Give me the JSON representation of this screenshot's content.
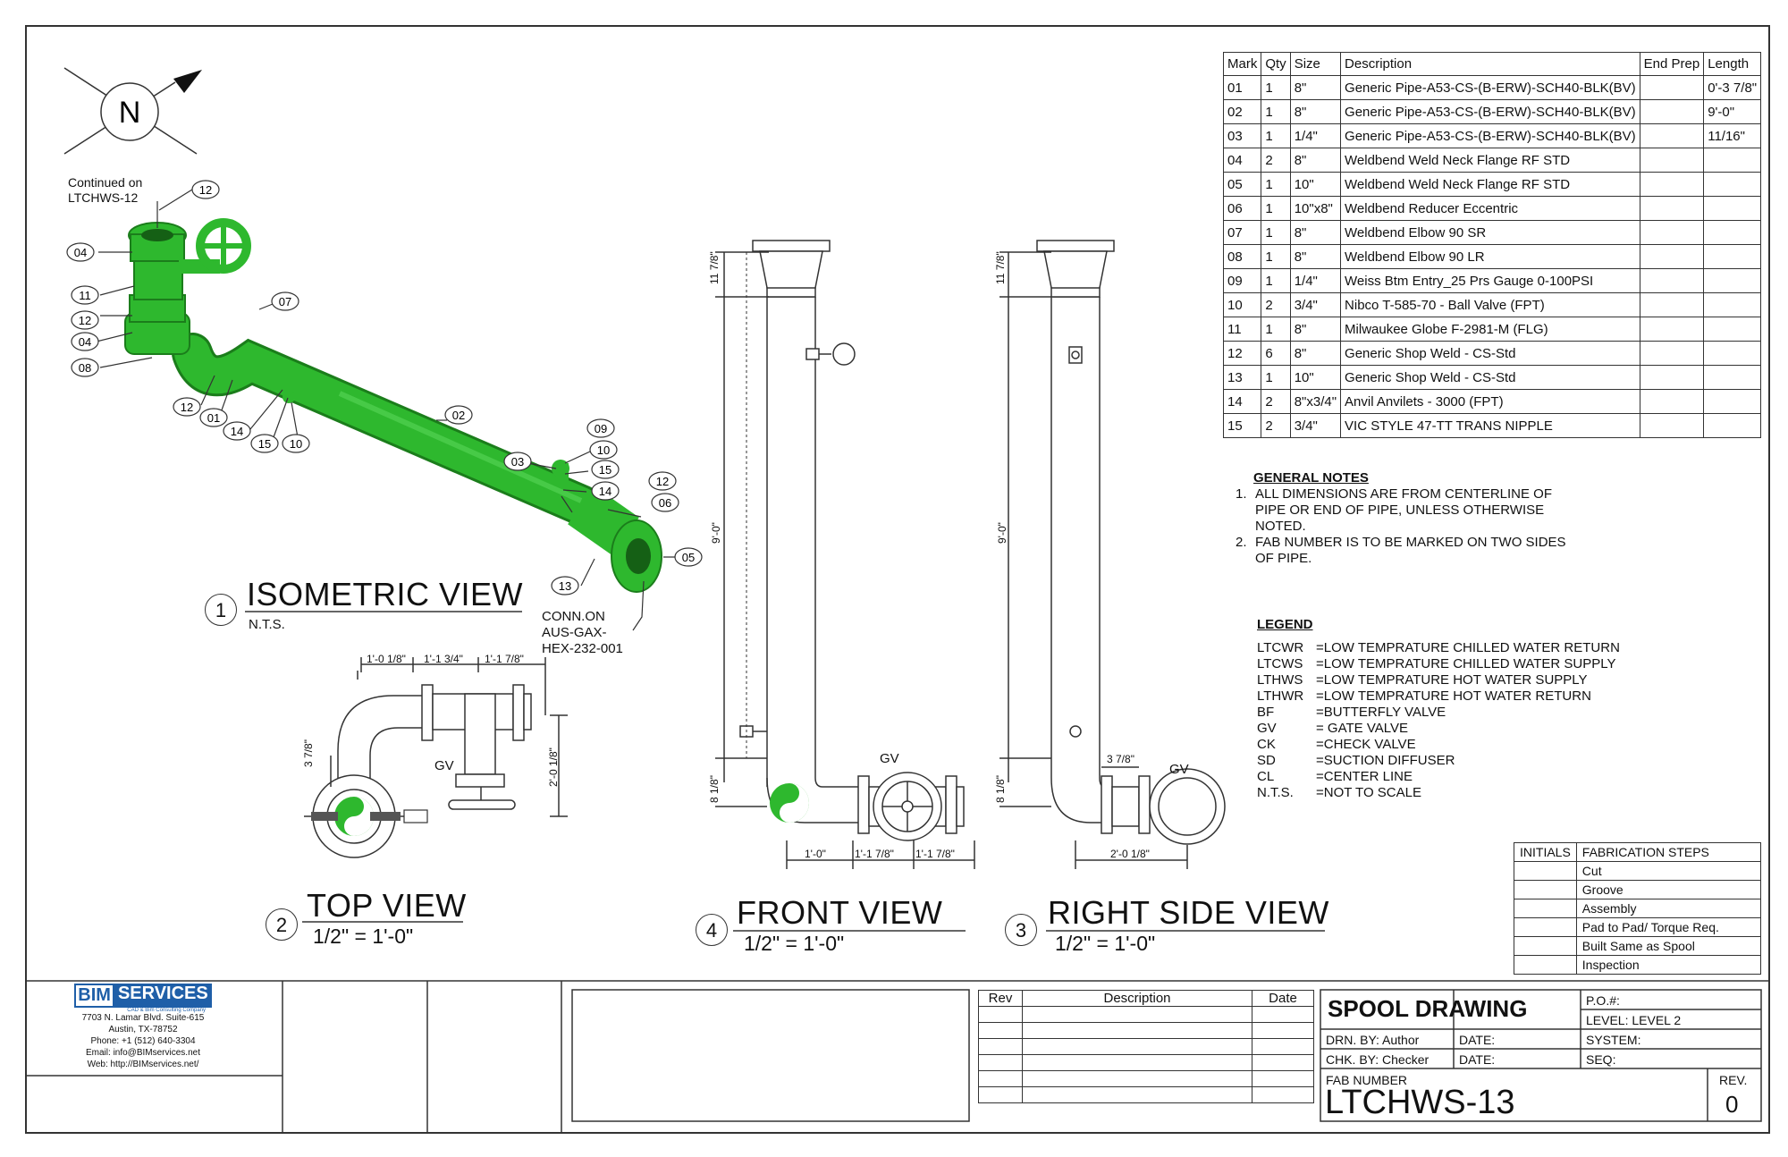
{
  "north_label": "N",
  "continued_note": [
    "Continued on",
    "LTCHWS-12"
  ],
  "conn_note": [
    "CONN.ON",
    "AUS-GAX-",
    "HEX-232-001"
  ],
  "callouts": {
    "c12a": "12",
    "c04a": "04",
    "c11": "11",
    "c12b": "12",
    "c04b": "04",
    "c08": "08",
    "c07": "07",
    "c12c": "12",
    "c01": "01",
    "c14a": "14",
    "c15a": "15",
    "c10a": "10",
    "c02": "02",
    "c09": "09",
    "c03": "03",
    "c10b": "10",
    "c15b": "15",
    "c14b": "14",
    "c12d": "12",
    "c06": "06",
    "c05": "05",
    "c13": "13"
  },
  "views": {
    "iso": {
      "num": "1",
      "title": "ISOMETRIC VIEW",
      "scale": "N.T.S."
    },
    "top": {
      "num": "2",
      "title": "TOP VIEW",
      "scale": "1/2\" = 1'-0\""
    },
    "front": {
      "num": "4",
      "title": "FRONT VIEW",
      "scale": "1/2\" = 1'-0\""
    },
    "side": {
      "num": "3",
      "title": "RIGHT SIDE VIEW",
      "scale": "1/2\" = 1'-0\""
    }
  },
  "dims": {
    "top": [
      "1'-0 1/8\"",
      "1'-1 3/4\"",
      "1'-1 7/8\"",
      "3 7/8\"",
      "2'-0 1/8\"",
      "GV"
    ],
    "front": [
      "11 7/8\"",
      "9'-0\"",
      "8 1/8\"",
      "1'-0\"",
      "1'-1 7/8\"",
      "1'-1 7/8\"",
      "GV"
    ],
    "side": [
      "11 7/8\"",
      "9'-0\"",
      "8 1/8\"",
      "3 7/8\"",
      "2'-0 1/8\"",
      "GV"
    ]
  },
  "bom": {
    "headers": [
      "Mark",
      "Qty",
      "Size",
      "Description",
      "End Prep",
      "Length"
    ],
    "rows": [
      [
        "01",
        "1",
        "8\"",
        "Generic Pipe-A53-CS-(B-ERW)-SCH40-BLK(BV)",
        "",
        "0'-3 7/8\""
      ],
      [
        "02",
        "1",
        "8\"",
        "Generic Pipe-A53-CS-(B-ERW)-SCH40-BLK(BV)",
        "",
        "9'-0\""
      ],
      [
        "03",
        "1",
        "1/4\"",
        "Generic Pipe-A53-CS-(B-ERW)-SCH40-BLK(BV)",
        "",
        "11/16\""
      ],
      [
        "04",
        "2",
        "8\"",
        "Weldbend Weld Neck Flange RF STD",
        "",
        ""
      ],
      [
        "05",
        "1",
        "10\"",
        "Weldbend Weld Neck Flange RF STD",
        "",
        ""
      ],
      [
        "06",
        "1",
        "10\"x8\"",
        "Weldbend Reducer Eccentric",
        "",
        ""
      ],
      [
        "07",
        "1",
        "8\"",
        "Weldbend Elbow 90 SR",
        "",
        ""
      ],
      [
        "08",
        "1",
        "8\"",
        "Weldbend Elbow 90 LR",
        "",
        ""
      ],
      [
        "09",
        "1",
        "1/4\"",
        "Weiss Btm Entry_25 Prs Gauge 0-100PSI",
        "",
        ""
      ],
      [
        "10",
        "2",
        "3/4\"",
        "Nibco T-585-70 - Ball Valve (FPT)",
        "",
        ""
      ],
      [
        "11",
        "1",
        "8\"",
        "Milwaukee Globe F-2981-M (FLG)",
        "",
        ""
      ],
      [
        "12",
        "6",
        "8\"",
        "Generic Shop Weld - CS-Std",
        "",
        ""
      ],
      [
        "13",
        "1",
        "10\"",
        "Generic Shop Weld - CS-Std",
        "",
        ""
      ],
      [
        "14",
        "2",
        "8\"x3/4\"",
        "Anvil Anvilets - 3000 (FPT)",
        "",
        ""
      ],
      [
        "15",
        "2",
        "3/4\"",
        "VIC STYLE 47-TT TRANS NIPPLE",
        "",
        ""
      ]
    ]
  },
  "general_notes": {
    "heading": "GENERAL NOTES",
    "items": [
      {
        "n": "1.",
        "lines": [
          "ALL DIMENSIONS ARE FROM CENTERLINE OF",
          "PIPE OR END OF PIPE, UNLESS OTHERWISE",
          "NOTED."
        ]
      },
      {
        "n": "2.",
        "lines": [
          "FAB NUMBER IS TO BE MARKED ON TWO SIDES",
          "OF PIPE."
        ]
      }
    ]
  },
  "legend": {
    "heading": "LEGEND",
    "items": [
      [
        "LTCWR",
        "=LOW TEMPRATURE CHILLED WATER RETURN"
      ],
      [
        "LTCWS",
        "=LOW TEMPRATURE CHILLED WATER SUPPLY"
      ],
      [
        "LTHWS",
        "=LOW TEMPRATURE HOT WATER SUPPLY"
      ],
      [
        "LTHWR",
        "=LOW TEMPRATURE HOT WATER RETURN"
      ],
      [
        "BF",
        "=BUTTERFLY VALVE"
      ],
      [
        "GV",
        "= GATE VALVE"
      ],
      [
        "CK",
        "=CHECK VALVE"
      ],
      [
        "SD",
        "=SUCTION DIFFUSER"
      ],
      [
        "CL",
        "=CENTER LINE"
      ],
      [
        "N.T.S.",
        "=NOT TO SCALE"
      ]
    ]
  },
  "fab_steps": {
    "headers": [
      "INITIALS",
      "FABRICATION STEPS"
    ],
    "steps": [
      "Cut",
      "Groove",
      "Assembly",
      "Pad to Pad/ Torque Req.",
      "Built Same as Spool",
      "Inspection"
    ]
  },
  "company": {
    "logo_left": "BIM",
    "logo_right": "SERVICES",
    "tagline": "CAD & Bim Consulting Company",
    "address": "7703 N. Lamar Blvd. Suite-615",
    "city": "Austin, TX-78752",
    "phone": "Phone: +1 (512) 640-3304",
    "email_label": "Email: ",
    "email": "info@BIMservices.net",
    "web_label": "Web: ",
    "web": "http://BIMservices.net/"
  },
  "revision_table": {
    "headers": [
      "Rev",
      "Description",
      "Date"
    ],
    "rows": 6
  },
  "title_block": {
    "title": "SPOOL DRAWING",
    "drn": "DRN. BY:  Author",
    "chk": "CHK. BY:  Checker",
    "date1": "DATE:",
    "date2": "DATE:",
    "po": "P.O.#:",
    "level": "LEVEL: LEVEL 2",
    "system": "SYSTEM:",
    "seq": "SEQ:",
    "fab_label": "FAB NUMBER",
    "fab_number": "LTCHWS-13",
    "rev_label": "REV.",
    "rev_value": "0"
  },
  "colors": {
    "pipe": "#2eb82e",
    "pipe_dark": "#1b7d1b",
    "logo": "#1f5fa8",
    "line": "#333333"
  }
}
